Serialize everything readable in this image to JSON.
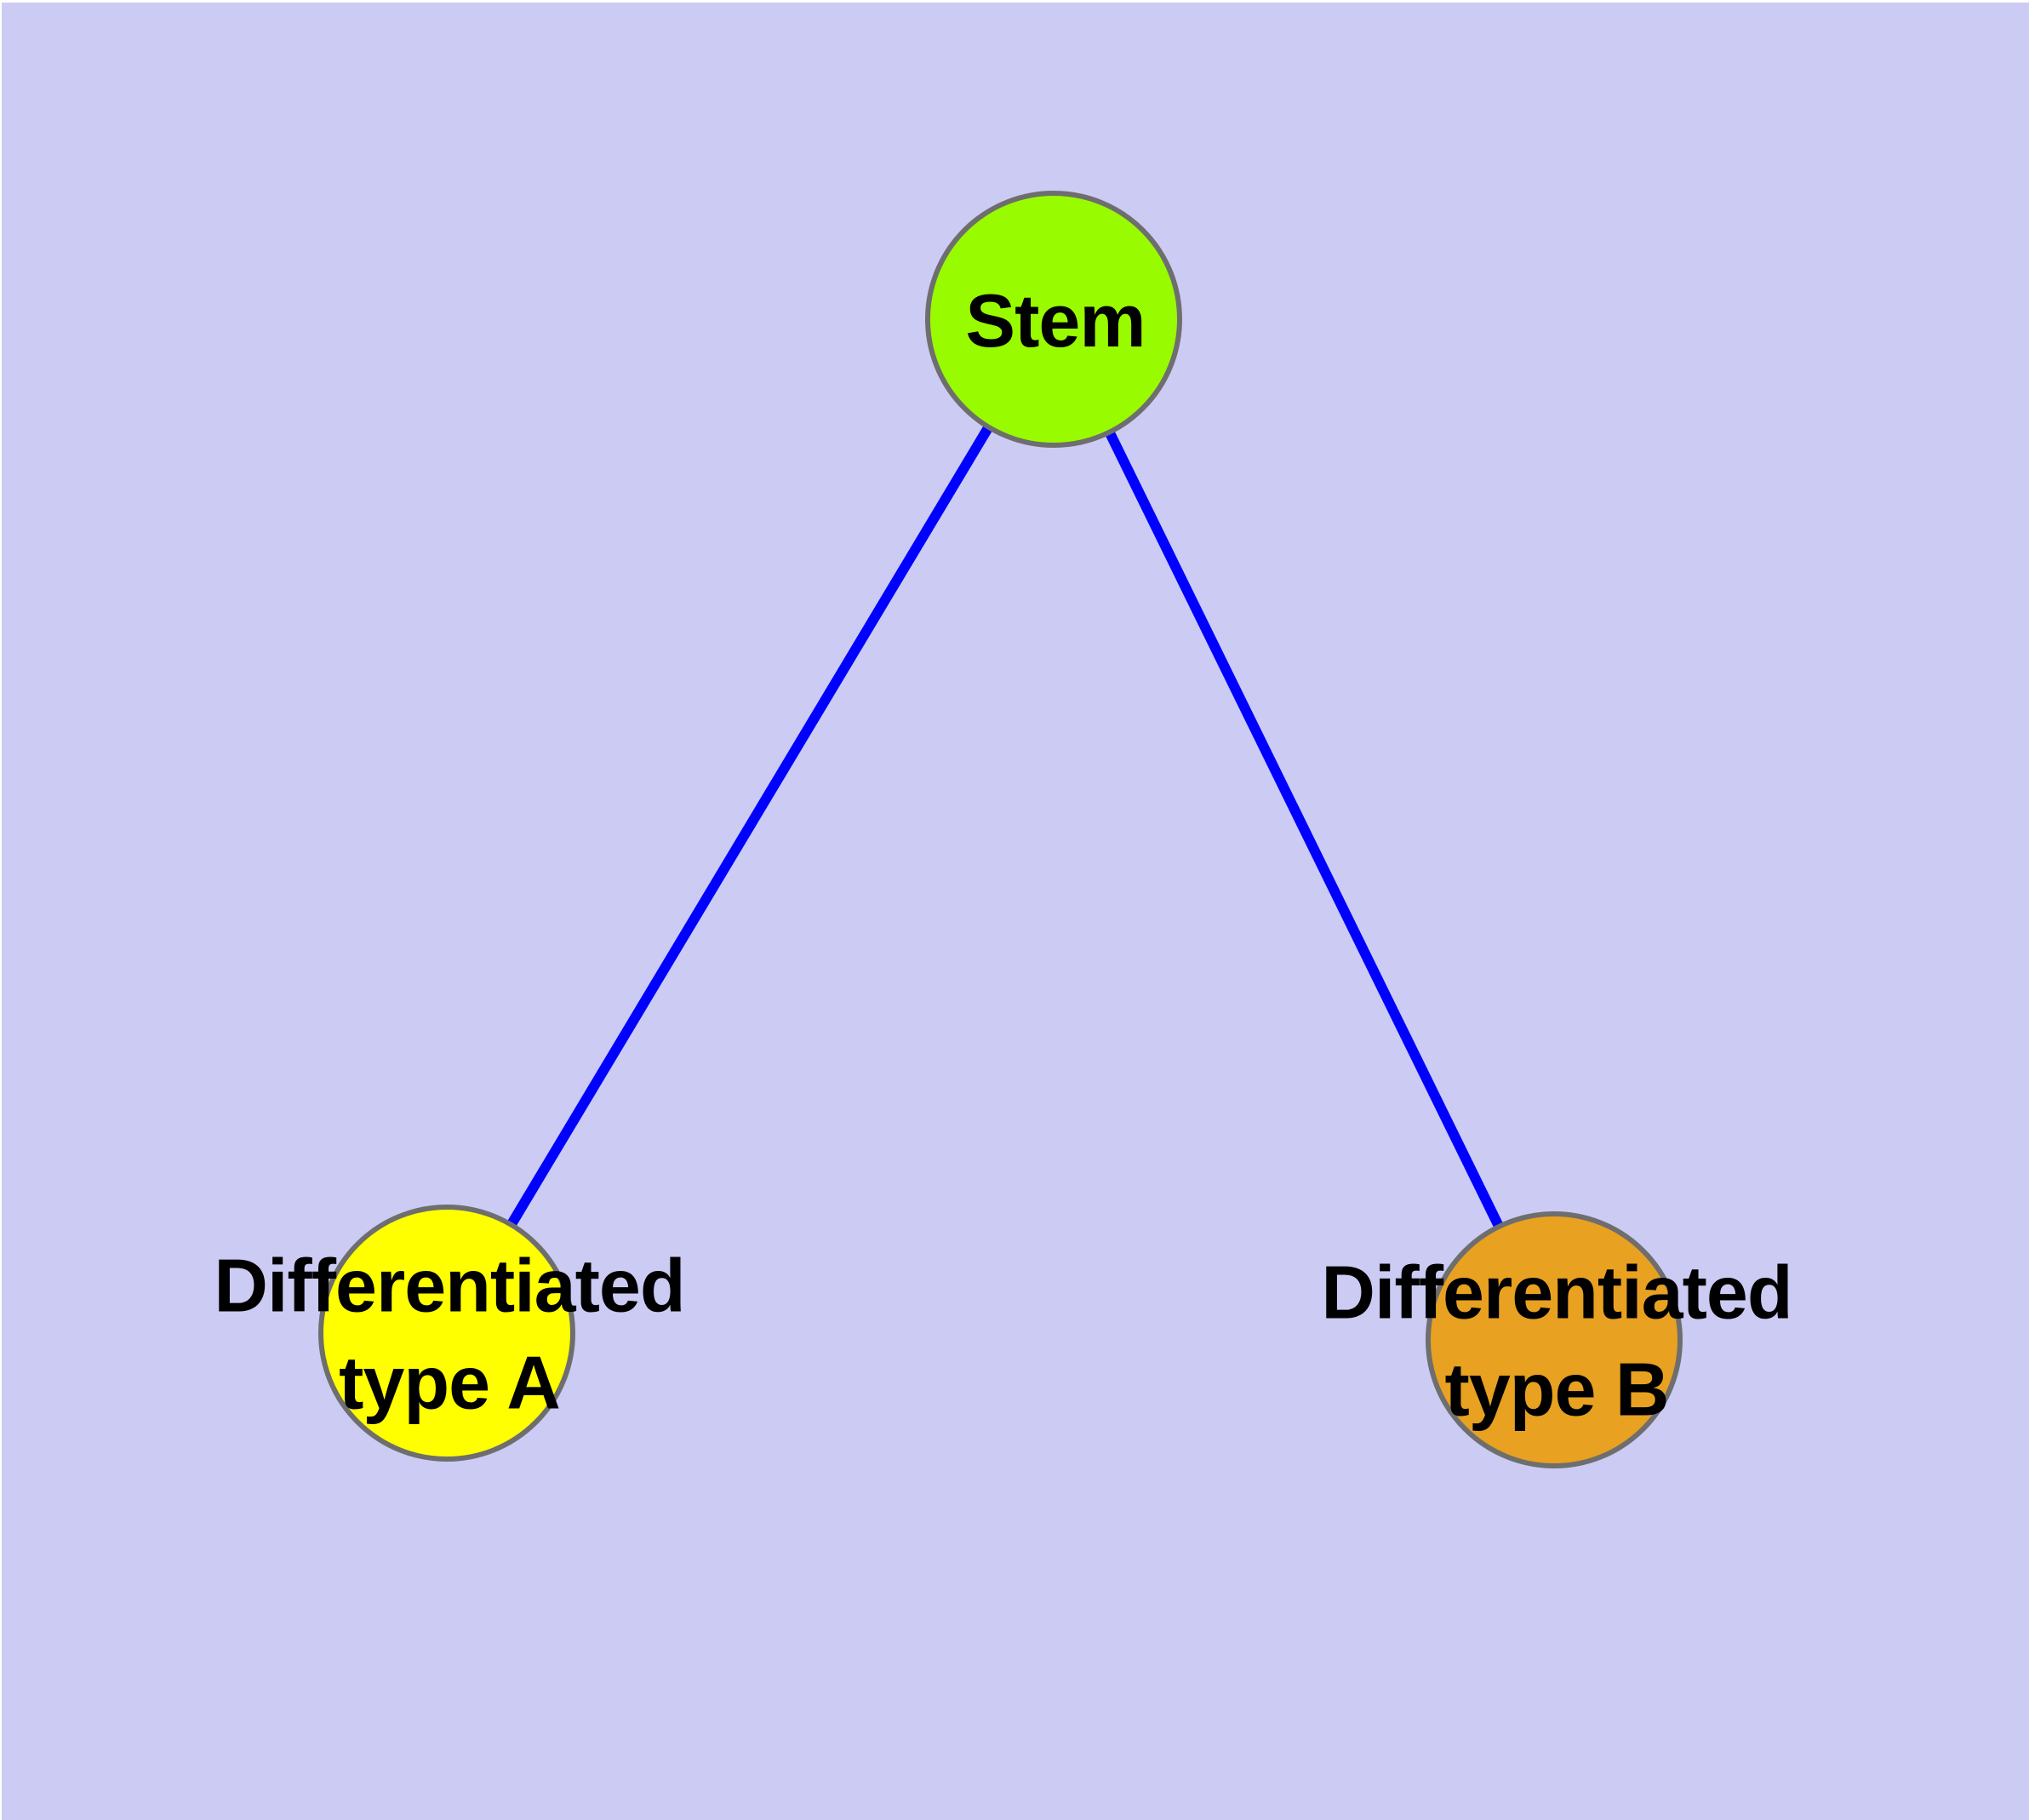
{
  "diagram": {
    "background_color": "#cbcbf4",
    "edge_color": "#0000ff",
    "node_border_color": "#6e6e6e",
    "label_color": "#000000",
    "nodes": [
      {
        "id": "stem",
        "label": "Stem",
        "color": "#99fb00"
      },
      {
        "id": "type-a",
        "label": "Differentiated\ntype A",
        "color": "#ffff00"
      },
      {
        "id": "type-b",
        "label": "Differentiated\ntype B",
        "color": "#e8a120"
      }
    ],
    "edges": [
      {
        "from": "stem",
        "to": "type-a"
      },
      {
        "from": "stem",
        "to": "type-b"
      }
    ]
  }
}
